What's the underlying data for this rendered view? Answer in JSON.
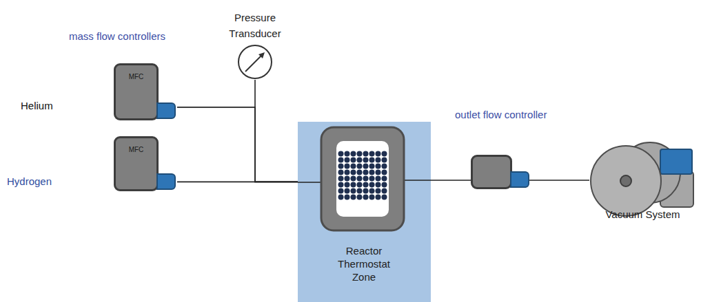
{
  "diagram": {
    "nodes": [
      {
        "text": [
          "MFC"
        ]
      },
      {
        "text": [
          "MFC"
        ]
      },
      {
        "text": [
          "Pressure Transducer"
        ]
      },
      {
        "text": [
          "Reactor Thermostat Zone"
        ]
      },
      {
        "text": [
          "outlet flow controller"
        ]
      },
      {
        "text": [
          "Vacuum System"
        ]
      }
    ],
    "edges": [
      {
        "from": 0,
        "to": 3,
        "arrow": "none"
      },
      {
        "from": 1,
        "to": 3,
        "arrow": "none"
      },
      {
        "from": 2,
        "to": 3,
        "arrow": "none"
      },
      {
        "from": 3,
        "to": 4,
        "arrow": "none"
      },
      {
        "from": 4,
        "to": 5,
        "arrow": "none"
      }
    ],
    "labels": [
      "mass flow controllers",
      "Helium",
      "Hydrogen"
    ]
  }
}
